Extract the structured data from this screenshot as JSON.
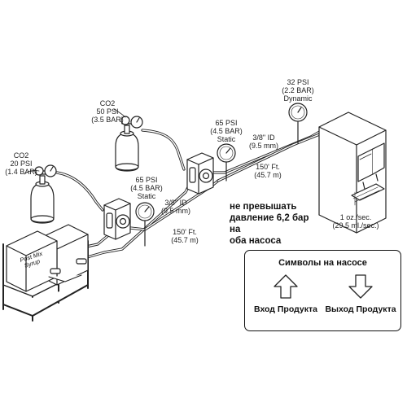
{
  "diagram": {
    "co2_left": {
      "name": "CO2",
      "pressure_psi": "20 PSI",
      "pressure_bar": "(1.4 BAR)"
    },
    "co2_top": {
      "name": "CO2",
      "pressure_psi": "50 PSI",
      "pressure_bar": "(3.5 BAR)"
    },
    "pump_low": {
      "gauge_psi": "65 PSI",
      "gauge_bar": "(4.5 BAR)",
      "gauge_mode": "Static",
      "tube_id": "3/8\" ID",
      "tube_id_metric": "(9.5 mm)",
      "tube_length": "150' Ft.",
      "tube_length_metric": "(45.7 m)"
    },
    "pump_high": {
      "gauge_psi": "65 PSI",
      "gauge_bar": "(4.5 BAR)",
      "gauge_mode": "Static",
      "tube_id": "3/8\" ID",
      "tube_id_metric": "(9.5 mm)",
      "tube_length": "150' Ft.",
      "tube_length_metric": "(45.7 m)"
    },
    "dispenser_gauge": {
      "pressure_psi": "32 PSI",
      "pressure_bar": "(2.2 BAR)",
      "mode": "Dynamic"
    },
    "dispenser_flow": {
      "flow_oz": "1 oz./sec.",
      "flow_ml": "(29.5 ml./sec.)"
    },
    "syrup_box": {
      "line1": "Post Mix",
      "line2": "Syrup"
    },
    "warning": {
      "line1": "не превышать",
      "line2": "давление 6,2 бар на",
      "line3": "оба насоса"
    },
    "legend": {
      "title": "Символы на насосе",
      "inlet": "Вход Продукта",
      "outlet": "Выход Продукта"
    }
  }
}
